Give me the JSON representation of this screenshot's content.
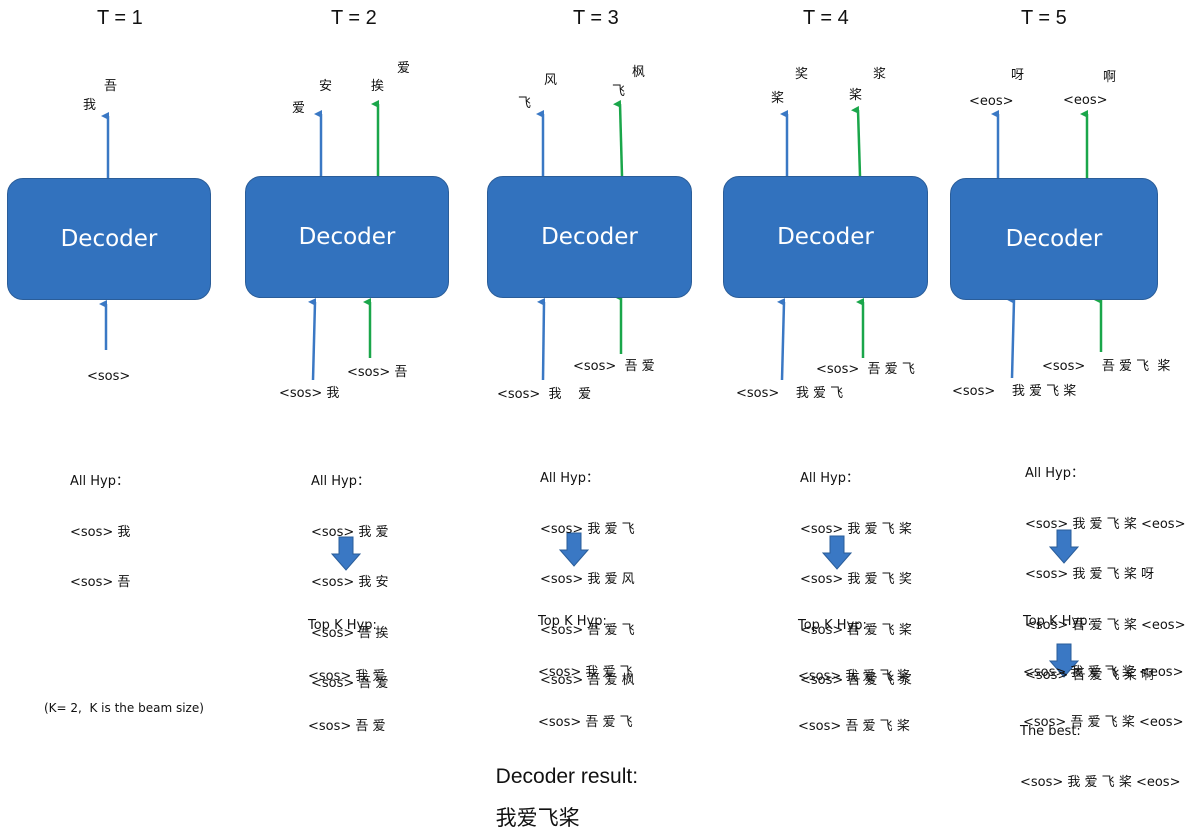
{
  "timesteps": [
    {
      "label": "T = 1",
      "decoder_label": "Decoder",
      "outputs": [
        "我",
        "吾"
      ],
      "inputs": [
        "<sos>"
      ],
      "all_hyp_title": "All Hyp：",
      "all_hyp": [
        "<sos> 我",
        "<sos> 吾"
      ]
    },
    {
      "label": "T = 2",
      "decoder_label": "Decoder",
      "outputs": [
        "爱",
        "安",
        "挨",
        "爱"
      ],
      "inputs": [
        "<sos> 我",
        "<sos> 吾"
      ],
      "all_hyp_title": "All Hyp：",
      "all_hyp": [
        "<sos> 我 爱",
        "<sos> 我 安",
        "<sos> 吾 挨",
        "<sos> 吾 爱"
      ],
      "top_k_title": "Top K Hyp:",
      "top_k": [
        "<sos> 我 爱",
        "<sos> 吾 爱"
      ]
    },
    {
      "label": "T = 3",
      "decoder_label": "Decoder",
      "outputs": [
        "飞",
        "风",
        "飞",
        "枫"
      ],
      "inputs": [
        "<sos>  我    爱",
        "<sos>  吾 爱"
      ],
      "all_hyp_title": "All Hyp：",
      "all_hyp": [
        "<sos> 我 爱 飞",
        "<sos> 我 爱 风",
        "<sos> 吾 爱 飞",
        "<sos> 吾 爱 枫"
      ],
      "top_k_title": "Top K Hyp:",
      "top_k": [
        "<sos> 我 爱 飞",
        "<sos> 吾 爱 飞"
      ]
    },
    {
      "label": "T = 4",
      "decoder_label": "Decoder",
      "outputs": [
        "桨",
        "奖",
        "桨",
        "浆"
      ],
      "inputs": [
        "<sos>    我 爱 飞",
        "<sos>  吾 爱 飞"
      ],
      "all_hyp_title": "All Hyp：",
      "all_hyp": [
        "<sos> 我 爱 飞 桨",
        "<sos> 我 爱 飞 奖",
        "<sos> 吾 爱 飞 桨",
        "<sos> 吾 爱 飞 浆"
      ],
      "top_k_title": "Top K Hyp:",
      "top_k": [
        "<sos> 我 爱 飞 桨",
        "<sos> 吾 爱 飞 桨"
      ]
    },
    {
      "label": "T = 5",
      "decoder_label": "Decoder",
      "outputs": [
        "<eos>",
        "呀",
        "<eos>",
        "啊"
      ],
      "inputs": [
        "<sos>    我 爱 飞 桨",
        "<sos>    吾 爱 飞  桨"
      ],
      "all_hyp_title": "All Hyp：",
      "all_hyp": [
        "<sos> 我 爱 飞 桨 <eos>",
        "<sos> 我 爱 飞 桨 呀",
        "<sos> 吾 爱 飞 桨 <eos>",
        "<sos> 吾 爱 飞 桨 啊"
      ],
      "top_k_title": "Top K Hyp:",
      "top_k": [
        "<sos> 我 爱 飞 桨 <eos>",
        "<sos> 吾 爱 飞 桨 <eos>"
      ],
      "best_title": "The best:",
      "best": "<sos> 我 爱 飞 桨 <eos>"
    }
  ],
  "beam_note": "(K= 2,  K is the beam size)",
  "result_label": "Decoder result:",
  "result_value": "我爱飞桨",
  "colors": {
    "decoder_fill": "#3272be",
    "beam1_arrow": "#3a78c4",
    "beam2_arrow": "#1aa64a",
    "down_arrow": "#3a78c4"
  }
}
